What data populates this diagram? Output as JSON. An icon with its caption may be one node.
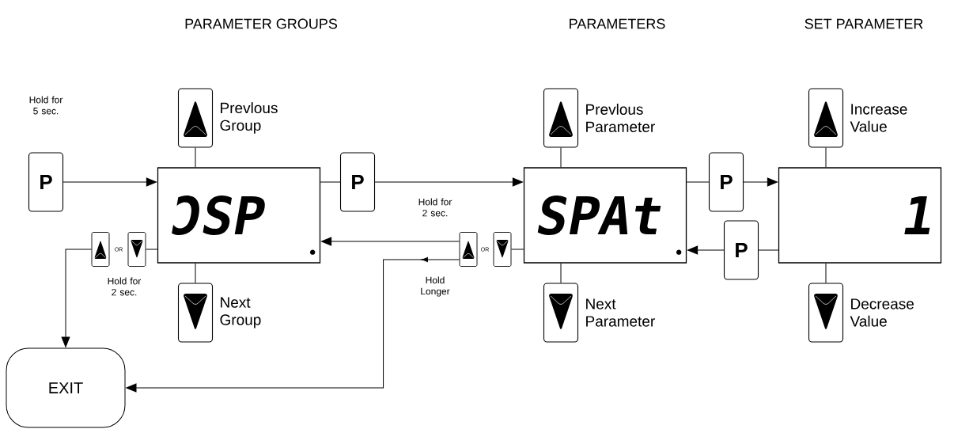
{
  "diagram": {
    "nodes": [
      {
        "text": [
          "P"
        ],
        "beside": [
          "Hold for 5 sec."
        ]
      },
      {
        "text": [],
        "shape": "box",
        "beside": [
          "Prevlous Group"
        ]
      },
      {
        "text": [
          "ƆSP"
        ]
      },
      {
        "text": [],
        "shape": "box"
      },
      {
        "text": [],
        "shape": "box"
      },
      {
        "text": [],
        "shape": "box",
        "beside": [
          "Next Group"
        ]
      },
      {
        "text": [
          "P"
        ]
      },
      {
        "text": [],
        "shape": "box",
        "beside": [
          "Prevlous Parameter"
        ]
      },
      {
        "text": [
          "SPAt"
        ]
      },
      {
        "text": [],
        "shape": "box"
      },
      {
        "text": [],
        "shape": "box"
      },
      {
        "text": [],
        "shape": "box",
        "beside": [
          "Next Parameter"
        ]
      },
      {
        "text": [
          "P"
        ]
      },
      {
        "text": [
          "P"
        ]
      },
      {
        "text": [],
        "shape": "box",
        "beside": [
          "Increase Value"
        ]
      },
      {
        "text": [
          "1"
        ]
      },
      {
        "text": [],
        "shape": "box",
        "beside": [
          "Decrease Value"
        ]
      },
      {
        "text": [
          "EXIT"
        ]
      }
    ],
    "edges": [
      {
        "from": 0,
        "to": 2,
        "arrow": "to"
      },
      {
        "from": 1,
        "to": 2,
        "arrow": "none"
      },
      {
        "from": 2,
        "to": 5,
        "arrow": "none"
      },
      {
        "from": 4,
        "to": 2,
        "arrow": "none"
      },
      {
        "from": 3,
        "to": 17,
        "arrow": "to"
      },
      {
        "from": 2,
        "to": 6,
        "arrow": "none"
      },
      {
        "from": 6,
        "to": 8,
        "arrow": "to"
      },
      {
        "from": 7,
        "to": 8,
        "arrow": "none"
      },
      {
        "from": 8,
        "to": 11,
        "arrow": "none"
      },
      {
        "from": 10,
        "to": 8,
        "arrow": "none"
      },
      {
        "from": 9,
        "to": 2,
        "arrow": "to",
        "label": "Hold for 2 sec."
      },
      {
        "from": 9,
        "to": 17,
        "arrow": "to",
        "label": "Hold Longer"
      },
      {
        "from": 8,
        "to": 12,
        "arrow": "none"
      },
      {
        "from": 12,
        "to": 15,
        "arrow": "to"
      },
      {
        "from": 14,
        "to": 15,
        "arrow": "none"
      },
      {
        "from": 15,
        "to": 16,
        "arrow": "none"
      },
      {
        "from": 15,
        "to": 13,
        "arrow": "none"
      },
      {
        "from": 13,
        "to": 8,
        "arrow": "to"
      }
    ],
    "labels": [
      "PARAMETER GROUPS",
      "PARAMETERS",
      "SET PARAMETER",
      "OR",
      "Hold for 2 sec.",
      "OR"
    ]
  }
}
